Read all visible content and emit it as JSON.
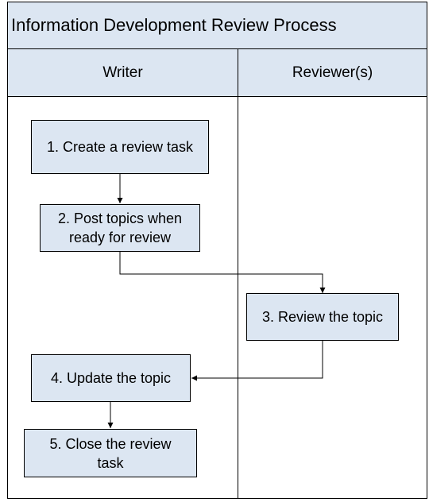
{
  "title": "Information Development Review Process",
  "lanes": [
    {
      "label": "Writer"
    },
    {
      "label": "Reviewer(s)"
    }
  ],
  "steps": [
    {
      "label": "1.  Create a review task",
      "lane": "Writer"
    },
    {
      "label": "2.  Post topics when\nready for review",
      "lane": "Writer"
    },
    {
      "label": "3.  Review the topic",
      "lane": "Reviewer(s)"
    },
    {
      "label": "4.  Update the topic",
      "lane": "Writer"
    },
    {
      "label": "5.  Close the review\ntask",
      "lane": "Writer"
    }
  ],
  "colors": {
    "fill": "#dce6f2",
    "stroke": "#000000"
  }
}
